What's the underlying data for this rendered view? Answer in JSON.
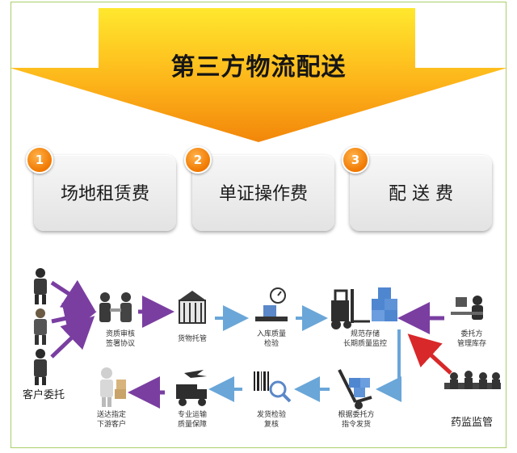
{
  "banner": {
    "title": "第三方物流配送"
  },
  "fees": [
    {
      "num": "1",
      "label": "场地租赁费"
    },
    {
      "num": "2",
      "label": "单证操作费"
    },
    {
      "num": "3",
      "label": "配 送 费"
    }
  ],
  "flow": {
    "customer_label": "客户委托",
    "regulator_label": "药监监管",
    "steps": {
      "contract": [
        "资质审核",
        "签署协议"
      ],
      "storage": [
        "货物托管"
      ],
      "inbound": [
        "入库质量",
        "检验"
      ],
      "warehouse": [
        "规范存储",
        "长期质量监控"
      ],
      "consignor": [
        "委托方",
        "管理库存"
      ],
      "delivery": [
        "送达指定",
        "下游客户"
      ],
      "transport": [
        "专业运输",
        "质量保障"
      ],
      "recheck": [
        "发货检验",
        "复核"
      ],
      "dispatch": [
        "根据委托方",
        "指令发货"
      ]
    }
  },
  "colors": {
    "banner_orange": "#f39a12",
    "banner_yellow": "#ffde2a",
    "purple_arrow": "#7a3ea1",
    "blue_arrow": "#6aa6d8",
    "red_arrow": "#d8282a",
    "frame_green": "#a9cf6a",
    "badge_orange": "#f07800"
  }
}
